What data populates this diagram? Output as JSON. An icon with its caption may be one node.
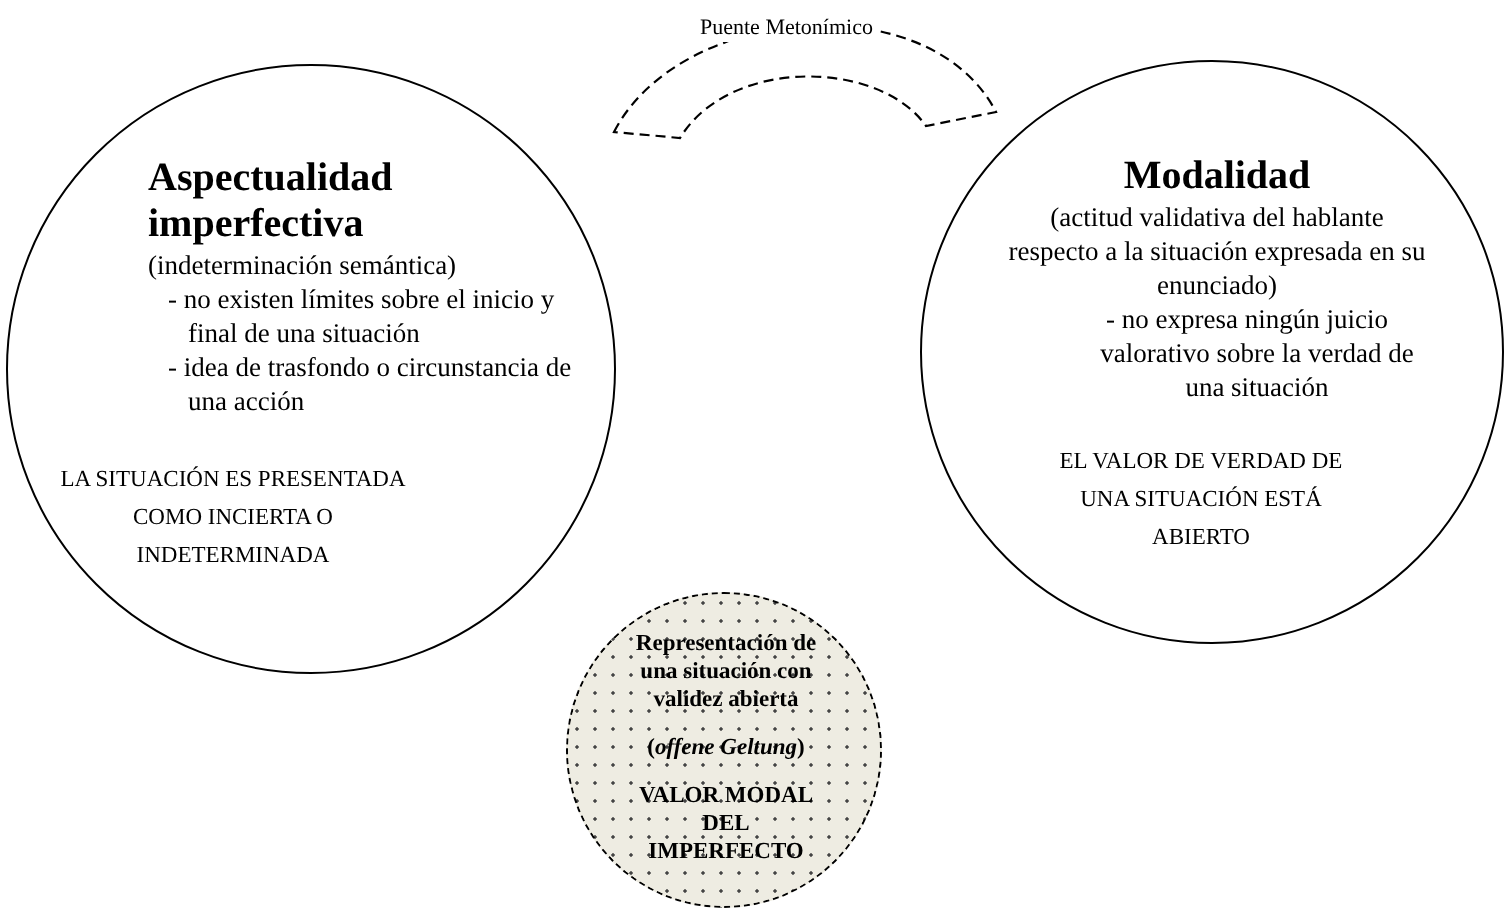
{
  "diagram": {
    "nodes": [
      {
        "text": [
          "Aspectualidad imperfectiva",
          "(indeterminación semántica)",
          "- no existen límites sobre el inicio y final de una situación",
          "- idea de trasfondo o circunstancia de una acción",
          "LA SITUACIÓN ES PRESENTADA COMO INCIERTA O INDETERMINADA"
        ]
      },
      {
        "text": [
          "Puente Metonímico"
        ]
      },
      {
        "text": [
          "Modalidad",
          "(actitud validativa del hablante respecto a la situación expresada en su enunciado)",
          "- no expresa ningún juicio valorativo sobre la verdad de una situación",
          "EL VALOR DE VERDAD DE UNA SITUACIÓN ESTÁ ABIERTO"
        ]
      },
      {
        "text": [
          "Representación de una situación con validez abierta",
          "(*offene Geltung*)",
          "VALOR MODAL DEL IMPERFECTO"
        ]
      }
    ]
  }
}
